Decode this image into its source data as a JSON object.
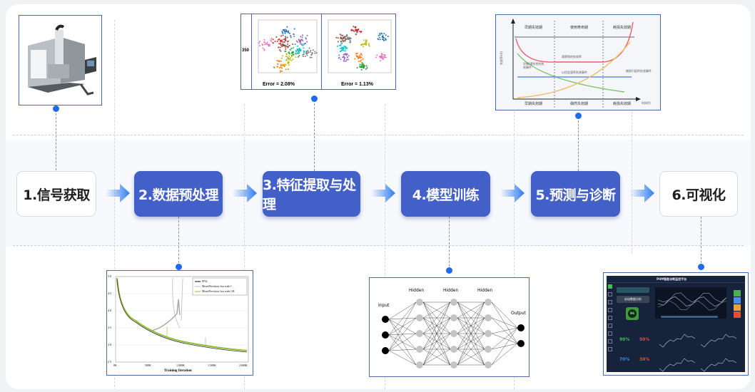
{
  "pipeline": {
    "steps": [
      {
        "label": "1.信号获取",
        "style": "light"
      },
      {
        "label": "2.数据预处理",
        "style": "blue"
      },
      {
        "label": "3.特征提取与处理",
        "style": "blue"
      },
      {
        "label": "4.模型训练",
        "style": "blue"
      },
      {
        "label": "5.预测与诊断",
        "style": "blue"
      },
      {
        "label": "6.可视化",
        "style": "light"
      }
    ],
    "colors": {
      "accent": "#4360c8",
      "dot": "#1f6bea",
      "arrow": "#2f7cf0"
    }
  },
  "panels": {
    "machine": {
      "icon": "cnc-machine-image"
    },
    "tsne": {
      "row_label": "350",
      "left_caption": "Error = 2.08%",
      "right_caption": "Error = 1.13%"
    },
    "bathtub": {
      "top_phases": [
        "早期失效期",
        "使用寿命期",
        "耗损失效期"
      ],
      "bottom_phases": [
        "早期失效期",
        "偶然失效期",
        "耗损失效期"
      ],
      "y_label": "失效率λ(t)",
      "x_label": "时间(t)",
      "annotations": [
        "观察到的失效率",
        "早期/潜伏性的失效事件",
        "以恒定速率失效事件",
        "耗损引起的失效事件"
      ]
    },
    "loss_chart": {
      "yticks": [
        "5.0",
        "4.5",
        "4.0",
        "3.5",
        "3.0",
        "2.5"
      ],
      "xticks": [
        "0K",
        "500K",
        "1,000K",
        "1,500K",
        "2,000K"
      ],
      "xlabel": "Training Iteration",
      "legend": [
        "FP32",
        "Mixed Precision, loss scale 1",
        "Mixed Precision, loss scale 128"
      ]
    },
    "nn": {
      "layers": [
        "Input",
        "Hidden",
        "Hidden",
        "Hidden",
        "Output"
      ]
    },
    "dashboard": {
      "title": "PHM智能诊断监控平台",
      "button": "启动数据分析",
      "health_score": "96",
      "metrics": [
        {
          "value": "90%",
          "color": "#3fbf4f"
        },
        {
          "value": "50%",
          "color": "#e0523c"
        },
        {
          "value": "70%",
          "color": "#3f8fe0"
        },
        {
          "value": "30%",
          "color": "#e0523c"
        }
      ],
      "status_colors": [
        "#4caf50",
        "#4a8ef0",
        "#f0a040",
        "#e84a3c"
      ]
    }
  }
}
